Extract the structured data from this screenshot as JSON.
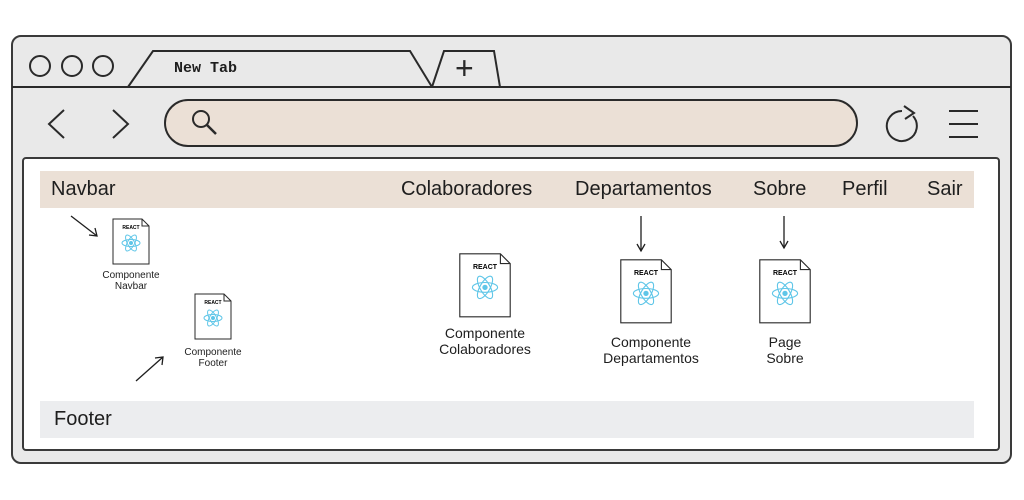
{
  "browser": {
    "tab_title": "New Tab",
    "new_tab_symbol": "+",
    "address_value": "",
    "icons": [
      "window-control-icon",
      "back-arrow-icon",
      "forward-arrow-icon",
      "search-icon",
      "reload-icon",
      "menu-icon",
      "plus-icon"
    ]
  },
  "navbar": {
    "title": "Navbar",
    "items": [
      "Colaboradores",
      "Departamentos",
      "Sobre",
      "Perfil",
      "Sair"
    ],
    "color": "#ebe0d6"
  },
  "footer": {
    "title": "Footer",
    "color": "#ecedef"
  },
  "components": {
    "badge_text": "REACT",
    "navbar": {
      "line1": "Componente",
      "line2": "Navbar"
    },
    "footer": {
      "line1": "Componente",
      "line2": "Footer"
    },
    "colaboradores": {
      "line1": "Componente",
      "line2": "Colaboradores"
    },
    "departamentos": {
      "line1": "Componente",
      "line2": "Departamentos"
    },
    "sobre": {
      "line1": "Page",
      "line2": "Sobre"
    }
  },
  "react_color": "#5fc6e8"
}
